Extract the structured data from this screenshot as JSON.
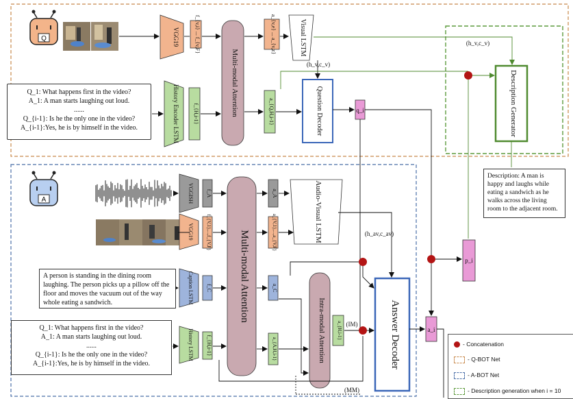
{
  "qbot": {
    "badge": "Q",
    "vgg": "VGG19",
    "frame_feats": "f_{v,i} ... f_{v,F}",
    "mm_attention": "Multi-modal Attention",
    "visual_lstm": "Visual LSTM",
    "visual_feat": "a_{v,e} ... a_{v,z}",
    "hc_label": "(h_v,c_v)",
    "history_encoder": "History Encoder LSTM",
    "history_feat": "f_{H,i-1}",
    "attn_hist": "a_{Q,H,i-1}",
    "question_decoder": "Question Decoder",
    "qi": "q_i",
    "dialog_lines": [
      "Q_1: What happens first in the video?",
      "A_1: A man starts laughing out loud.",
      "......",
      "Q_{i-1}: Is he the only one in the video?",
      "A_{i-1}:Yes, he is by himself in the video."
    ]
  },
  "description_generator": "Description Generator",
  "hvcv_top": "(h_v,c_v)",
  "description_text": "Description: A man is happy and laughs while eating a sandwich as he walks across the living room to the adjacent room.",
  "abot": {
    "badge": "A",
    "vggish": "VGGISH",
    "fa": "f_A",
    "aa": "a_A",
    "vgg": "VGG19",
    "fv": "f_{V,1},...,f_{V,F}",
    "av": "a_{V,1},...,a_{V,F}",
    "av_lstm": "Audio-Visual LSTM",
    "hav": "(h_av,c_av)",
    "mm_attention": "Multi-modal Attention",
    "caption_lstm": "Caption LSTM",
    "fc": "f_C",
    "ac": "a_C",
    "caption_text": "A person is standing in the dining room laughing. The person picks up a pillow off the floor and moves the vacuum out of the way whole eating a sandwich.",
    "intra_attention": "Intra-modal Attention",
    "history": "History LSTM",
    "fh": "f_{H,i-1}",
    "ahi": "a_{H,i-1}",
    "ahmm": "a_{A,H,i-1}",
    "im": "(IM)",
    "mm": "(MM)",
    "answer_decoder": "Answer Decoder",
    "ai": "a_i",
    "pi": "p_i",
    "dialog_lines": [
      "Q_1: What happens first in the video?",
      "A_1: A man starts laughing out loud.",
      "......",
      "Q_{i-1}: Is he the only one in the video?",
      "A_{i-1}:Yes, he is by himself in the video."
    ]
  },
  "legend": {
    "concat": "- Concatenation",
    "qbot": "- Q-BOT Net",
    "abot": "- A-BOT Net",
    "descgen": "- Description generation  when i = 10"
  },
  "colors": {
    "qbot_border": "#c8884a",
    "abot_border": "#4a6fa8",
    "desc_border": "#5c9a3c",
    "attention": "#c9a9b0",
    "vgg": "#f2b48e",
    "lstm_green": "#b8dca0",
    "lstm_blue": "#9eb4dc",
    "feat_pink": "#e99ad6",
    "decoder_border": "#3a66b8",
    "concat_dot": "#b31414",
    "robot_q": "#f3b48a",
    "robot_a": "#b8cff0"
  }
}
